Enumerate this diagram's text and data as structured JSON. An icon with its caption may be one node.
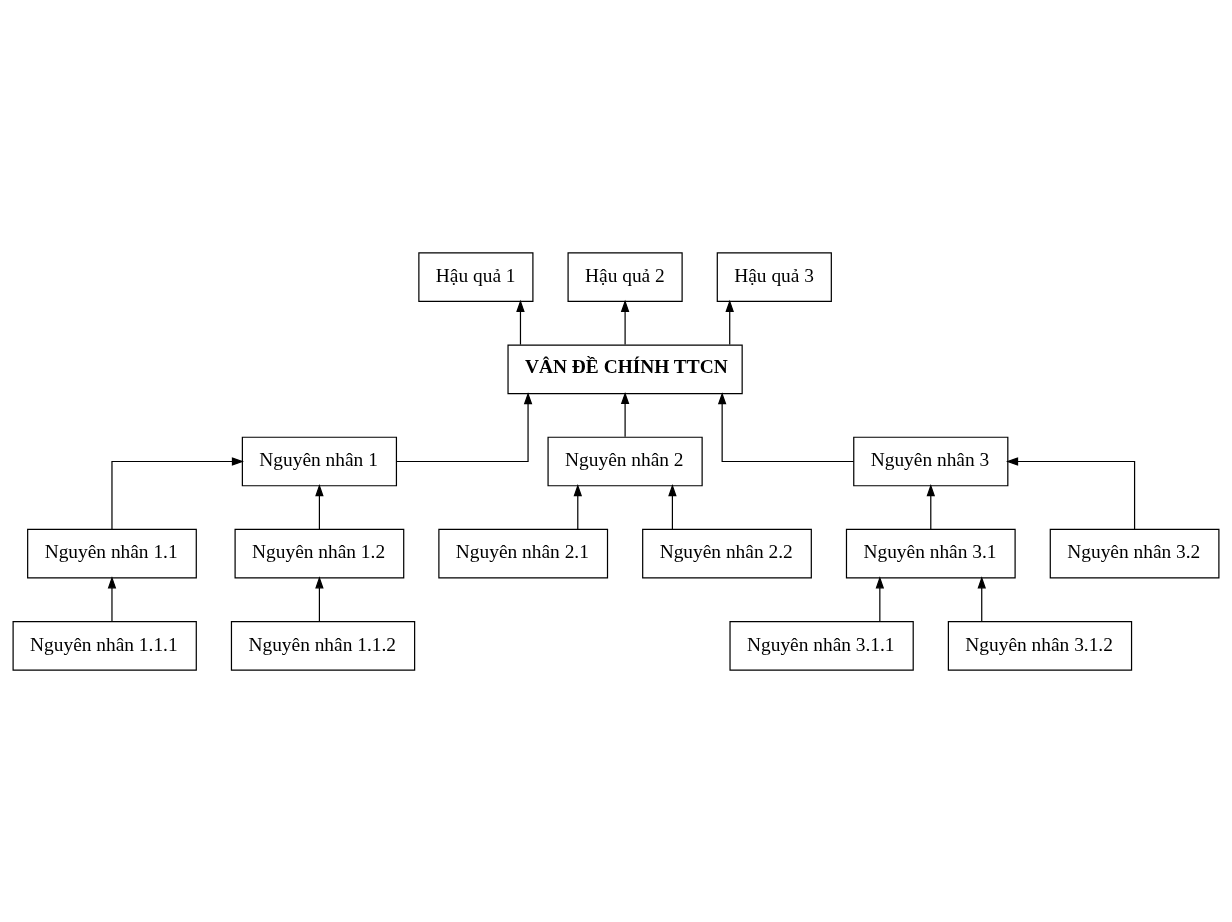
{
  "diagram": {
    "nodes": [
      {
        "text": [
          "Hậu quả 1"
        ]
      },
      {
        "text": [
          "Hậu quả 2"
        ]
      },
      {
        "text": [
          "Hậu quả 3"
        ]
      },
      {
        "text": [
          "VÂN ĐỀ CHÍNH TTCN"
        ]
      },
      {
        "text": [
          "Nguyên nhân 1"
        ]
      },
      {
        "text": [
          "Nguyên nhân 2"
        ]
      },
      {
        "text": [
          "Nguyên nhân 3"
        ]
      },
      {
        "text": [
          "Nguyên nhân 1.1"
        ]
      },
      {
        "text": [
          "Nguyên nhân 1.2"
        ]
      },
      {
        "text": [
          "Nguyên nhân 2.1"
        ]
      },
      {
        "text": [
          "Nguyên nhân 2.2"
        ]
      },
      {
        "text": [
          "Nguyên nhân 3.1"
        ]
      },
      {
        "text": [
          "Nguyên nhân 3.2"
        ]
      },
      {
        "text": [
          "Nguyên nhân 1.1.1"
        ]
      },
      {
        "text": [
          "Nguyên nhân 1.1.2"
        ]
      },
      {
        "text": [
          "Nguyên nhân 3.1.1"
        ]
      },
      {
        "text": [
          "Nguyên nhân 3.1.2"
        ]
      }
    ],
    "edges": [
      {
        "from": 3,
        "to": 0,
        "arrow": "to"
      },
      {
        "from": 3,
        "to": 1,
        "arrow": "to"
      },
      {
        "from": 3,
        "to": 2,
        "arrow": "to"
      },
      {
        "from": 4,
        "to": 3,
        "arrow": "to"
      },
      {
        "from": 5,
        "to": 3,
        "arrow": "to"
      },
      {
        "from": 6,
        "to": 3,
        "arrow": "to"
      },
      {
        "from": 7,
        "to": 4,
        "arrow": "to"
      },
      {
        "from": 8,
        "to": 4,
        "arrow": "to"
      },
      {
        "from": 9,
        "to": 5,
        "arrow": "to"
      },
      {
        "from": 10,
        "to": 5,
        "arrow": "to"
      },
      {
        "from": 11,
        "to": 6,
        "arrow": "to"
      },
      {
        "from": 12,
        "to": 6,
        "arrow": "to"
      },
      {
        "from": 13,
        "to": 7,
        "arrow": "to"
      },
      {
        "from": 14,
        "to": 8,
        "arrow": "to"
      },
      {
        "from": 15,
        "to": 11,
        "arrow": "to"
      },
      {
        "from": 16,
        "to": 11,
        "arrow": "to"
      }
    ]
  }
}
